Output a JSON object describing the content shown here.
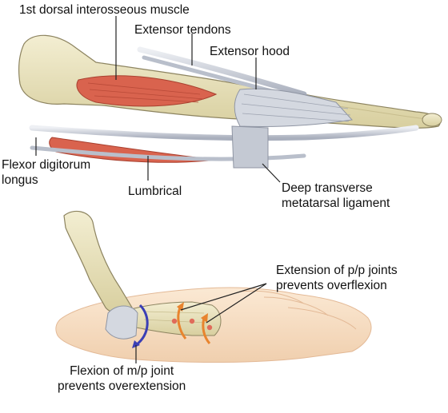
{
  "labels": {
    "dorsal_interosseous": "1st dorsal interosseous muscle",
    "extensor_tendons": "Extensor tendons",
    "extensor_hood": "Extensor hood",
    "flexor_digitorum_longus": [
      "Flexor digitorum",
      "longus"
    ],
    "lumbrical": "Lumbrical",
    "deep_transverse": [
      "Deep transverse",
      "metatarsal ligament"
    ],
    "extension_pp": [
      "Extension of p/p joints",
      "prevents overflexion"
    ],
    "flexion_mp": [
      "Flexion of m/p joint",
      "prevents overextension"
    ]
  },
  "colors": {
    "bone": "#e9e3bf",
    "bone_outline": "#8d8460",
    "muscle": "#d9634e",
    "tendon": "#c9ced8",
    "skin": "#f6dcc0",
    "arrow_blue": "#3b3fb5",
    "arrow_orange": "#e8842e",
    "leader": "#222222"
  }
}
